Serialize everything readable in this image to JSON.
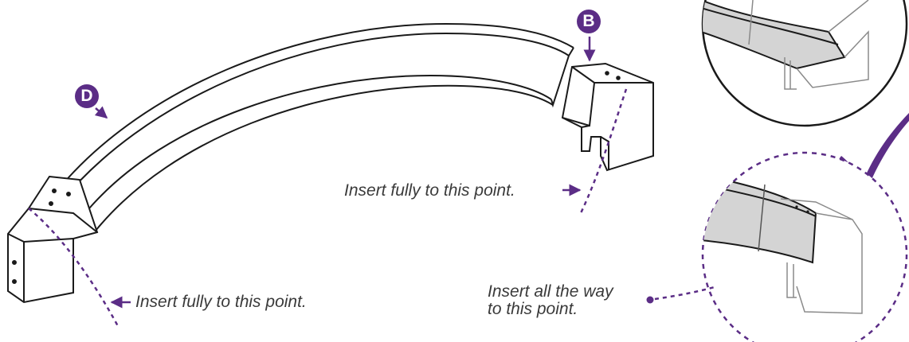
{
  "colors": {
    "accent": "#5b2d86",
    "line": "#1a1a1a",
    "detail_line": "#8a8a8a",
    "fill_gray": "#d4d4d4",
    "text": "#3a3a3a"
  },
  "badges": {
    "d": "D",
    "b": "B"
  },
  "labels": {
    "insert_left": "Insert fully to this point.",
    "insert_right": "Insert fully to this point.",
    "insert_detail_line1": "Insert all the way",
    "insert_detail_line2": "to this point."
  },
  "icons": {
    "checkmark": "check-icon",
    "arrow": "arrow-icon"
  }
}
